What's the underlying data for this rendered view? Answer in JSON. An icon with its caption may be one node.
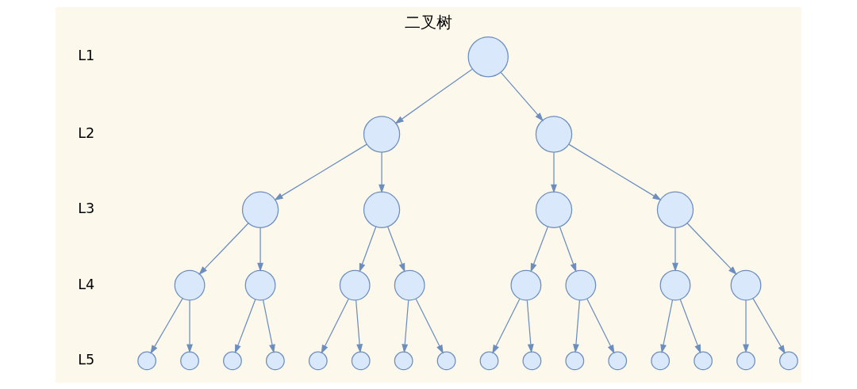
{
  "diagram": {
    "title": "二叉树",
    "nodes": [
      {
        "text": [],
        "shape": "circle"
      },
      {
        "text": [],
        "shape": "circle"
      },
      {
        "text": [],
        "shape": "circle"
      },
      {
        "text": [],
        "shape": "circle"
      },
      {
        "text": [],
        "shape": "circle"
      },
      {
        "text": [],
        "shape": "circle"
      },
      {
        "text": [],
        "shape": "circle"
      },
      {
        "text": [],
        "shape": "circle"
      },
      {
        "text": [],
        "shape": "circle"
      },
      {
        "text": [],
        "shape": "circle"
      },
      {
        "text": [],
        "shape": "circle"
      },
      {
        "text": [],
        "shape": "circle"
      },
      {
        "text": [],
        "shape": "circle"
      },
      {
        "text": [],
        "shape": "circle"
      },
      {
        "text": [],
        "shape": "circle"
      },
      {
        "text": [],
        "shape": "circle"
      },
      {
        "text": [],
        "shape": "circle"
      },
      {
        "text": [],
        "shape": "circle"
      },
      {
        "text": [],
        "shape": "circle"
      },
      {
        "text": [],
        "shape": "circle"
      },
      {
        "text": [],
        "shape": "circle"
      },
      {
        "text": [],
        "shape": "circle"
      },
      {
        "text": [],
        "shape": "circle"
      },
      {
        "text": [],
        "shape": "circle"
      },
      {
        "text": [],
        "shape": "circle"
      },
      {
        "text": [],
        "shape": "circle"
      },
      {
        "text": [],
        "shape": "circle"
      },
      {
        "text": [],
        "shape": "circle"
      },
      {
        "text": [],
        "shape": "circle"
      },
      {
        "text": [],
        "shape": "circle"
      },
      {
        "text": [],
        "shape": "circle"
      }
    ],
    "edges": [
      {
        "from": 0,
        "to": 1,
        "arrow": "to"
      },
      {
        "from": 0,
        "to": 2,
        "arrow": "to"
      },
      {
        "from": 1,
        "to": 3,
        "arrow": "to"
      },
      {
        "from": 1,
        "to": 4,
        "arrow": "to"
      },
      {
        "from": 2,
        "to": 5,
        "arrow": "to"
      },
      {
        "from": 2,
        "to": 6,
        "arrow": "to"
      },
      {
        "from": 3,
        "to": 7,
        "arrow": "to"
      },
      {
        "from": 3,
        "to": 8,
        "arrow": "to"
      },
      {
        "from": 4,
        "to": 9,
        "arrow": "to"
      },
      {
        "from": 4,
        "to": 10,
        "arrow": "to"
      },
      {
        "from": 5,
        "to": 11,
        "arrow": "to"
      },
      {
        "from": 5,
        "to": 12,
        "arrow": "to"
      },
      {
        "from": 6,
        "to": 13,
        "arrow": "to"
      },
      {
        "from": 6,
        "to": 14,
        "arrow": "to"
      },
      {
        "from": 7,
        "to": 15,
        "arrow": "to"
      },
      {
        "from": 7,
        "to": 16,
        "arrow": "to"
      },
      {
        "from": 8,
        "to": 17,
        "arrow": "to"
      },
      {
        "from": 8,
        "to": 18,
        "arrow": "to"
      },
      {
        "from": 9,
        "to": 19,
        "arrow": "to"
      },
      {
        "from": 9,
        "to": 20,
        "arrow": "to"
      },
      {
        "from": 10,
        "to": 21,
        "arrow": "to"
      },
      {
        "from": 10,
        "to": 22,
        "arrow": "to"
      },
      {
        "from": 11,
        "to": 23,
        "arrow": "to"
      },
      {
        "from": 11,
        "to": 24,
        "arrow": "to"
      },
      {
        "from": 12,
        "to": 25,
        "arrow": "to"
      },
      {
        "from": 12,
        "to": 26,
        "arrow": "to"
      },
      {
        "from": 13,
        "to": 27,
        "arrow": "to"
      },
      {
        "from": 13,
        "to": 28,
        "arrow": "to"
      },
      {
        "from": 14,
        "to": 29,
        "arrow": "to"
      },
      {
        "from": 14,
        "to": 30,
        "arrow": "to"
      }
    ],
    "labels": [
      "L1",
      "L2",
      "L3",
      "L4",
      "L5"
    ]
  }
}
